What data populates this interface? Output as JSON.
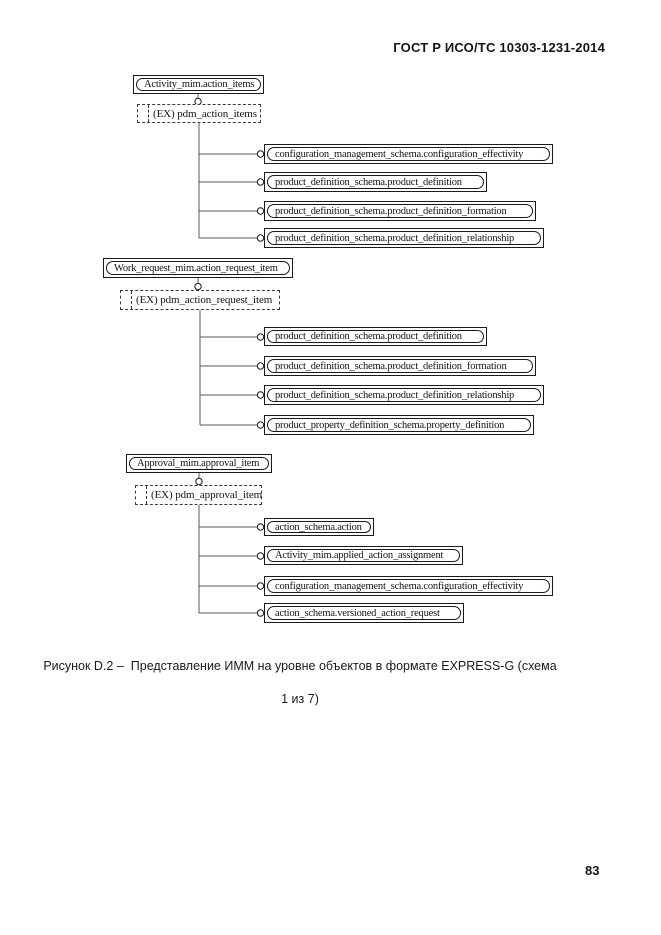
{
  "page": {
    "header": "ГОСТ Р ИСО/ТС 10303-1231-2014",
    "page_number": "83",
    "caption_line1": "Рисунок D.2 –  Представление ИММ на уровне объектов в формате EXPRESS-G (схема",
    "caption_line2": "1 из 7)"
  },
  "diagram": {
    "notation": "EXPRESS-G",
    "groups": [
      {
        "source": "Activity_mim.action_items",
        "select": "(EX) pdm_action_items",
        "targets": [
          "configuration_management_schema.configuration_effectivity",
          "product_definition_schema.product_definition",
          "product_definition_schema.product_definition_formation",
          "product_definition_schema.product_definition_relationship"
        ]
      },
      {
        "source": "Work_request_mim.action_request_item",
        "select": "(EX) pdm_action_request_item",
        "targets": [
          "product_definition_schema.product_definition",
          "product_definition_schema.product_definition_formation",
          "product_definition_schema.product_definition_relationship",
          "product_property_definition_schema.property_definition"
        ]
      },
      {
        "source": "Approval_mim.approval_item",
        "select": "(EX) pdm_approval_item",
        "targets": [
          "action_schema.action",
          "Activity_mim.applied_action_assignment",
          "configuration_management_schema.configuration_effectivity",
          "action_schema.versioned_action_request"
        ]
      }
    ]
  }
}
